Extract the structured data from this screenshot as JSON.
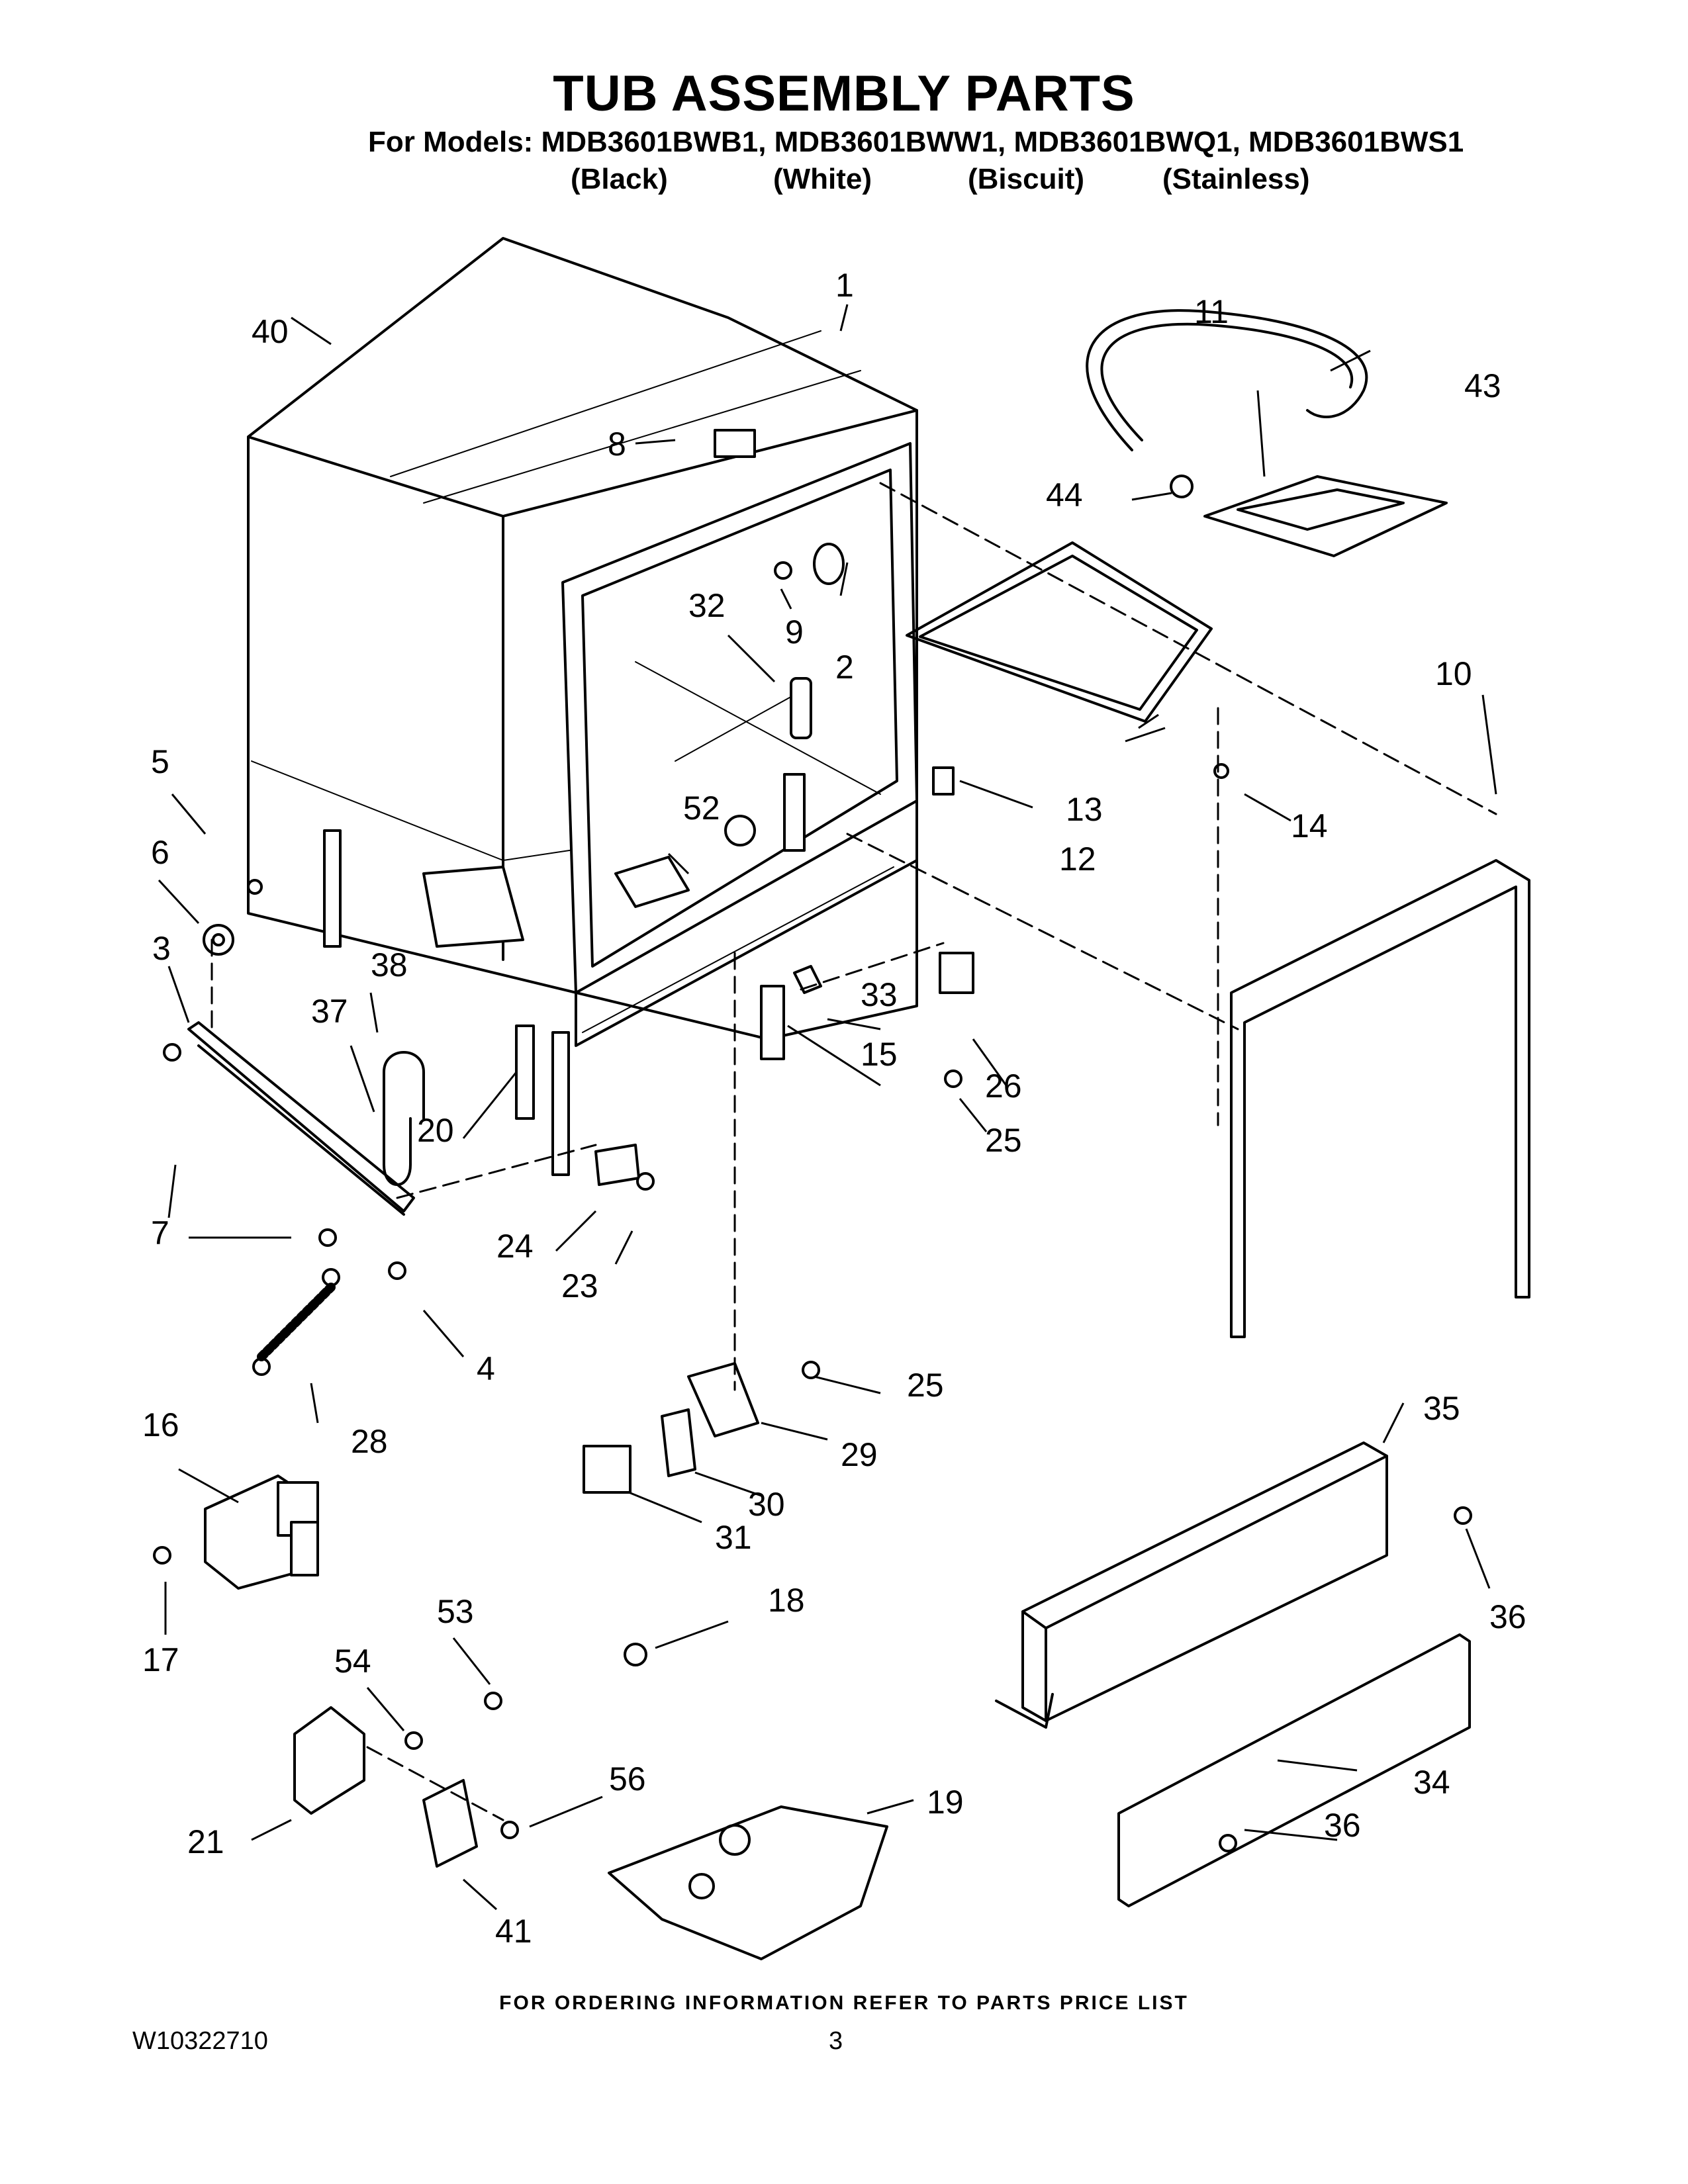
{
  "header": {
    "title": "TUB ASSEMBLY PARTS",
    "models_line": "For Models: MDB3601BWB1, MDB3601BWW1, MDB3601BWQ1, MDB3601BWS1",
    "finishes": [
      "(Black)",
      "(White)",
      "(Biscuit)",
      "(Stainless)"
    ]
  },
  "callouts": [
    "1",
    "2",
    "3",
    "4",
    "5",
    "6",
    "7",
    "8",
    "9",
    "10",
    "11",
    "12",
    "13",
    "14",
    "15",
    "16",
    "17",
    "18",
    "19",
    "20",
    "21",
    "23",
    "24",
    "25",
    "25",
    "26",
    "28",
    "29",
    "30",
    "31",
    "32",
    "33",
    "34",
    "35",
    "36",
    "36",
    "37",
    "38",
    "40",
    "41",
    "43",
    "44",
    "52",
    "53",
    "54",
    "56"
  ],
  "footer": {
    "ordering_note": "FOR ORDERING INFORMATION REFER TO PARTS PRICE LIST",
    "doc_number": "W10322710",
    "page_number": "3"
  }
}
